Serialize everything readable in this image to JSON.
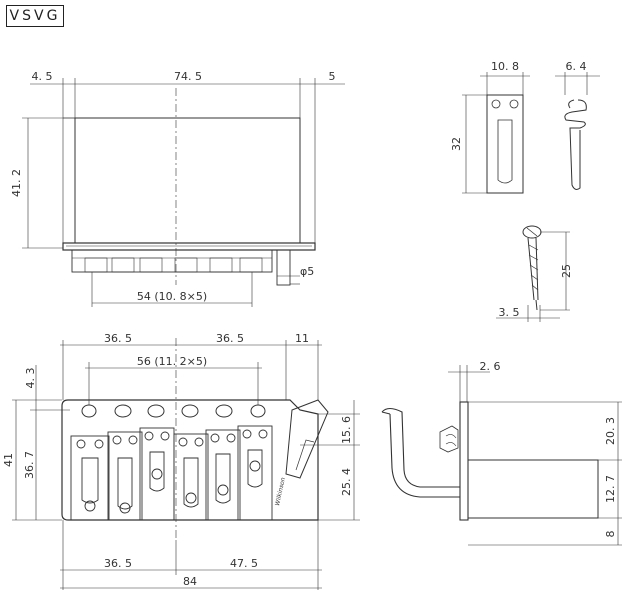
{
  "model": "VSVG",
  "top_view": {
    "left_offset": "4. 5",
    "plate_length": "74. 5",
    "right_offset": "5",
    "height": "41. 2",
    "stud_dia": "φ5",
    "string_spacing": "54 (10. 8×5)"
  },
  "saddle_piece": {
    "width": "10. 8",
    "height": "32"
  },
  "spring": {
    "width": "6. 4"
  },
  "screw": {
    "length": "25",
    "dia": "3. 5"
  },
  "front_view": {
    "half_left": "36. 5",
    "half_right": "36. 5",
    "arm_offset": "11",
    "hole_spacing": "56 (11. 2×5)",
    "top_offset": "4. 3",
    "total_height": "41",
    "inner_height": "36. 7",
    "upper_right": "15. 6",
    "lower_right": "25. 4",
    "bottom_left": "36. 5",
    "bottom_right": "47. 5",
    "total_width": "84",
    "brand": "Wilkinson"
  },
  "side_view": {
    "plate_thickness": "2. 6",
    "upper_height": "20. 3",
    "block_height": "12. 7",
    "bottom_height": "8"
  }
}
